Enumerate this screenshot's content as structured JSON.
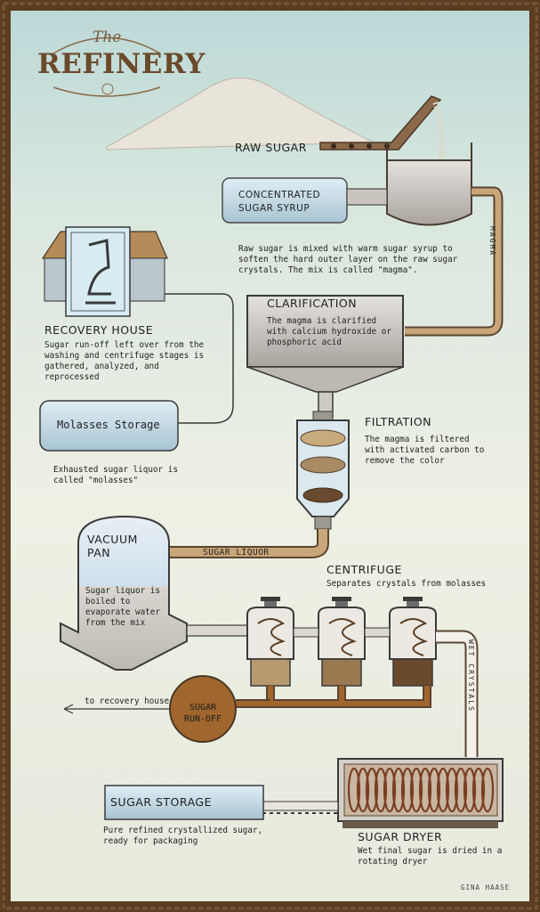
{
  "title": {
    "the": "The",
    "main": "REFINERY"
  },
  "labels": {
    "raw_sugar": "RAW SUGAR",
    "concentrated_syrup": "CONCENTRATED SUGAR SYRUP",
    "magma_pipe": "MAGMA",
    "mix_desc": "Raw sugar is mixed with warm sugar syrup to soften the hard outer layer on the raw sugar crystals. The mix is called \"magma\".",
    "recovery_house": "RECOVERY HOUSE",
    "recovery_desc": "Sugar run-off left over from the washing and centrifuge stages is gathered, analyzed, and reprocessed",
    "clarification": "CLARIFICATION",
    "clarification_desc": "The magma is clarified with calcium hydroxide or phosphoric acid",
    "molasses_storage": "Molasses Storage",
    "molasses_desc": "Exhausted sugar liquor is called \"molasses\"",
    "filtration": "FILTRATION",
    "filtration_desc": "The magma is filtered with activated carbon to remove the color",
    "vacuum_pan": "VACUUM PAN",
    "vacuum_desc": "Sugar liquor is boiled to evaporate water from the mix",
    "sugar_liquor": "SUGAR LIQUOR",
    "centrifuge": "CENTRIFUGE",
    "centrifuge_desc": "Separates crystals from molasses",
    "wet_crystals": "WET CRYSTALS",
    "to_recovery": "to recovery house",
    "sugar_runoff": "SUGAR RUN-OFF",
    "sugar_storage": "SUGAR STORAGE",
    "storage_desc": "Pure refined crystallized sugar, ready for packaging",
    "sugar_dryer": "SUGAR DRYER",
    "dryer_desc": "Wet final sugar is dried in a rotating dryer",
    "signature": "GINA HAASE"
  },
  "colors": {
    "frame": "#5a3d22",
    "pipe": "#c8a679",
    "pipe_outline": "#5b4530",
    "tank": "#c9c4bd",
    "runoff": "#a0662e"
  }
}
